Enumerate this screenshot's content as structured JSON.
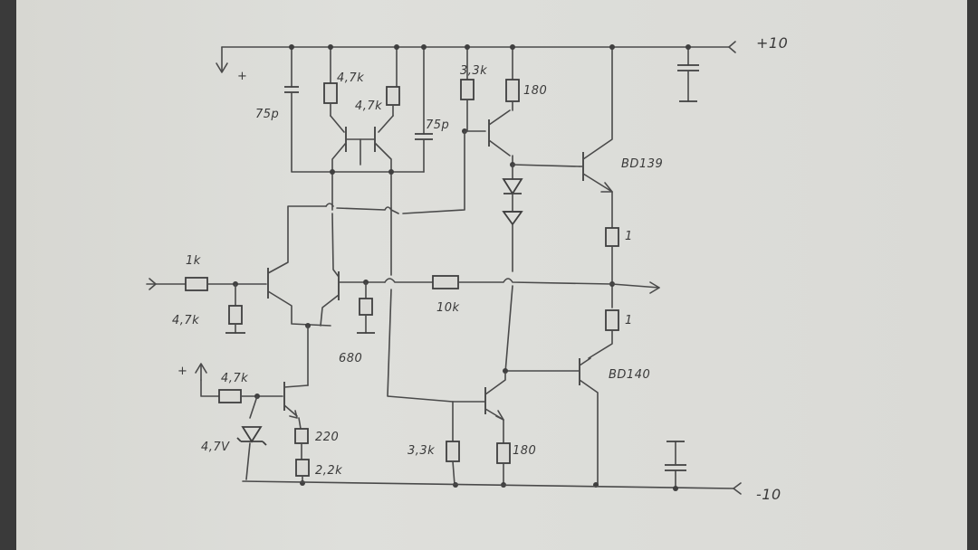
{
  "power": {
    "positive": "+10",
    "negative": "-10",
    "local_positive_top": "+",
    "local_positive_bias": "+"
  },
  "components": {
    "cap_left": "75p",
    "cap_right": "75p",
    "r_mirror_left": "4,7k",
    "r_mirror_right": "4,7k",
    "r_driver_left": "3,3k",
    "r_driver_right": "180",
    "q_out_top": "BD139",
    "q_out_bottom": "BD140",
    "r_emitter_top": "1",
    "r_emitter_bottom": "1",
    "r_input": "1k",
    "r_input_shunt": "4,7k",
    "r_tail": "680",
    "r_feedback": "10k",
    "r_bias": "4,7k",
    "zener": "4,7V",
    "r_emitter_220": "220",
    "r_emitter_2k2": "2,2k",
    "r_low_left": "3,3k",
    "r_low_right": "180"
  }
}
